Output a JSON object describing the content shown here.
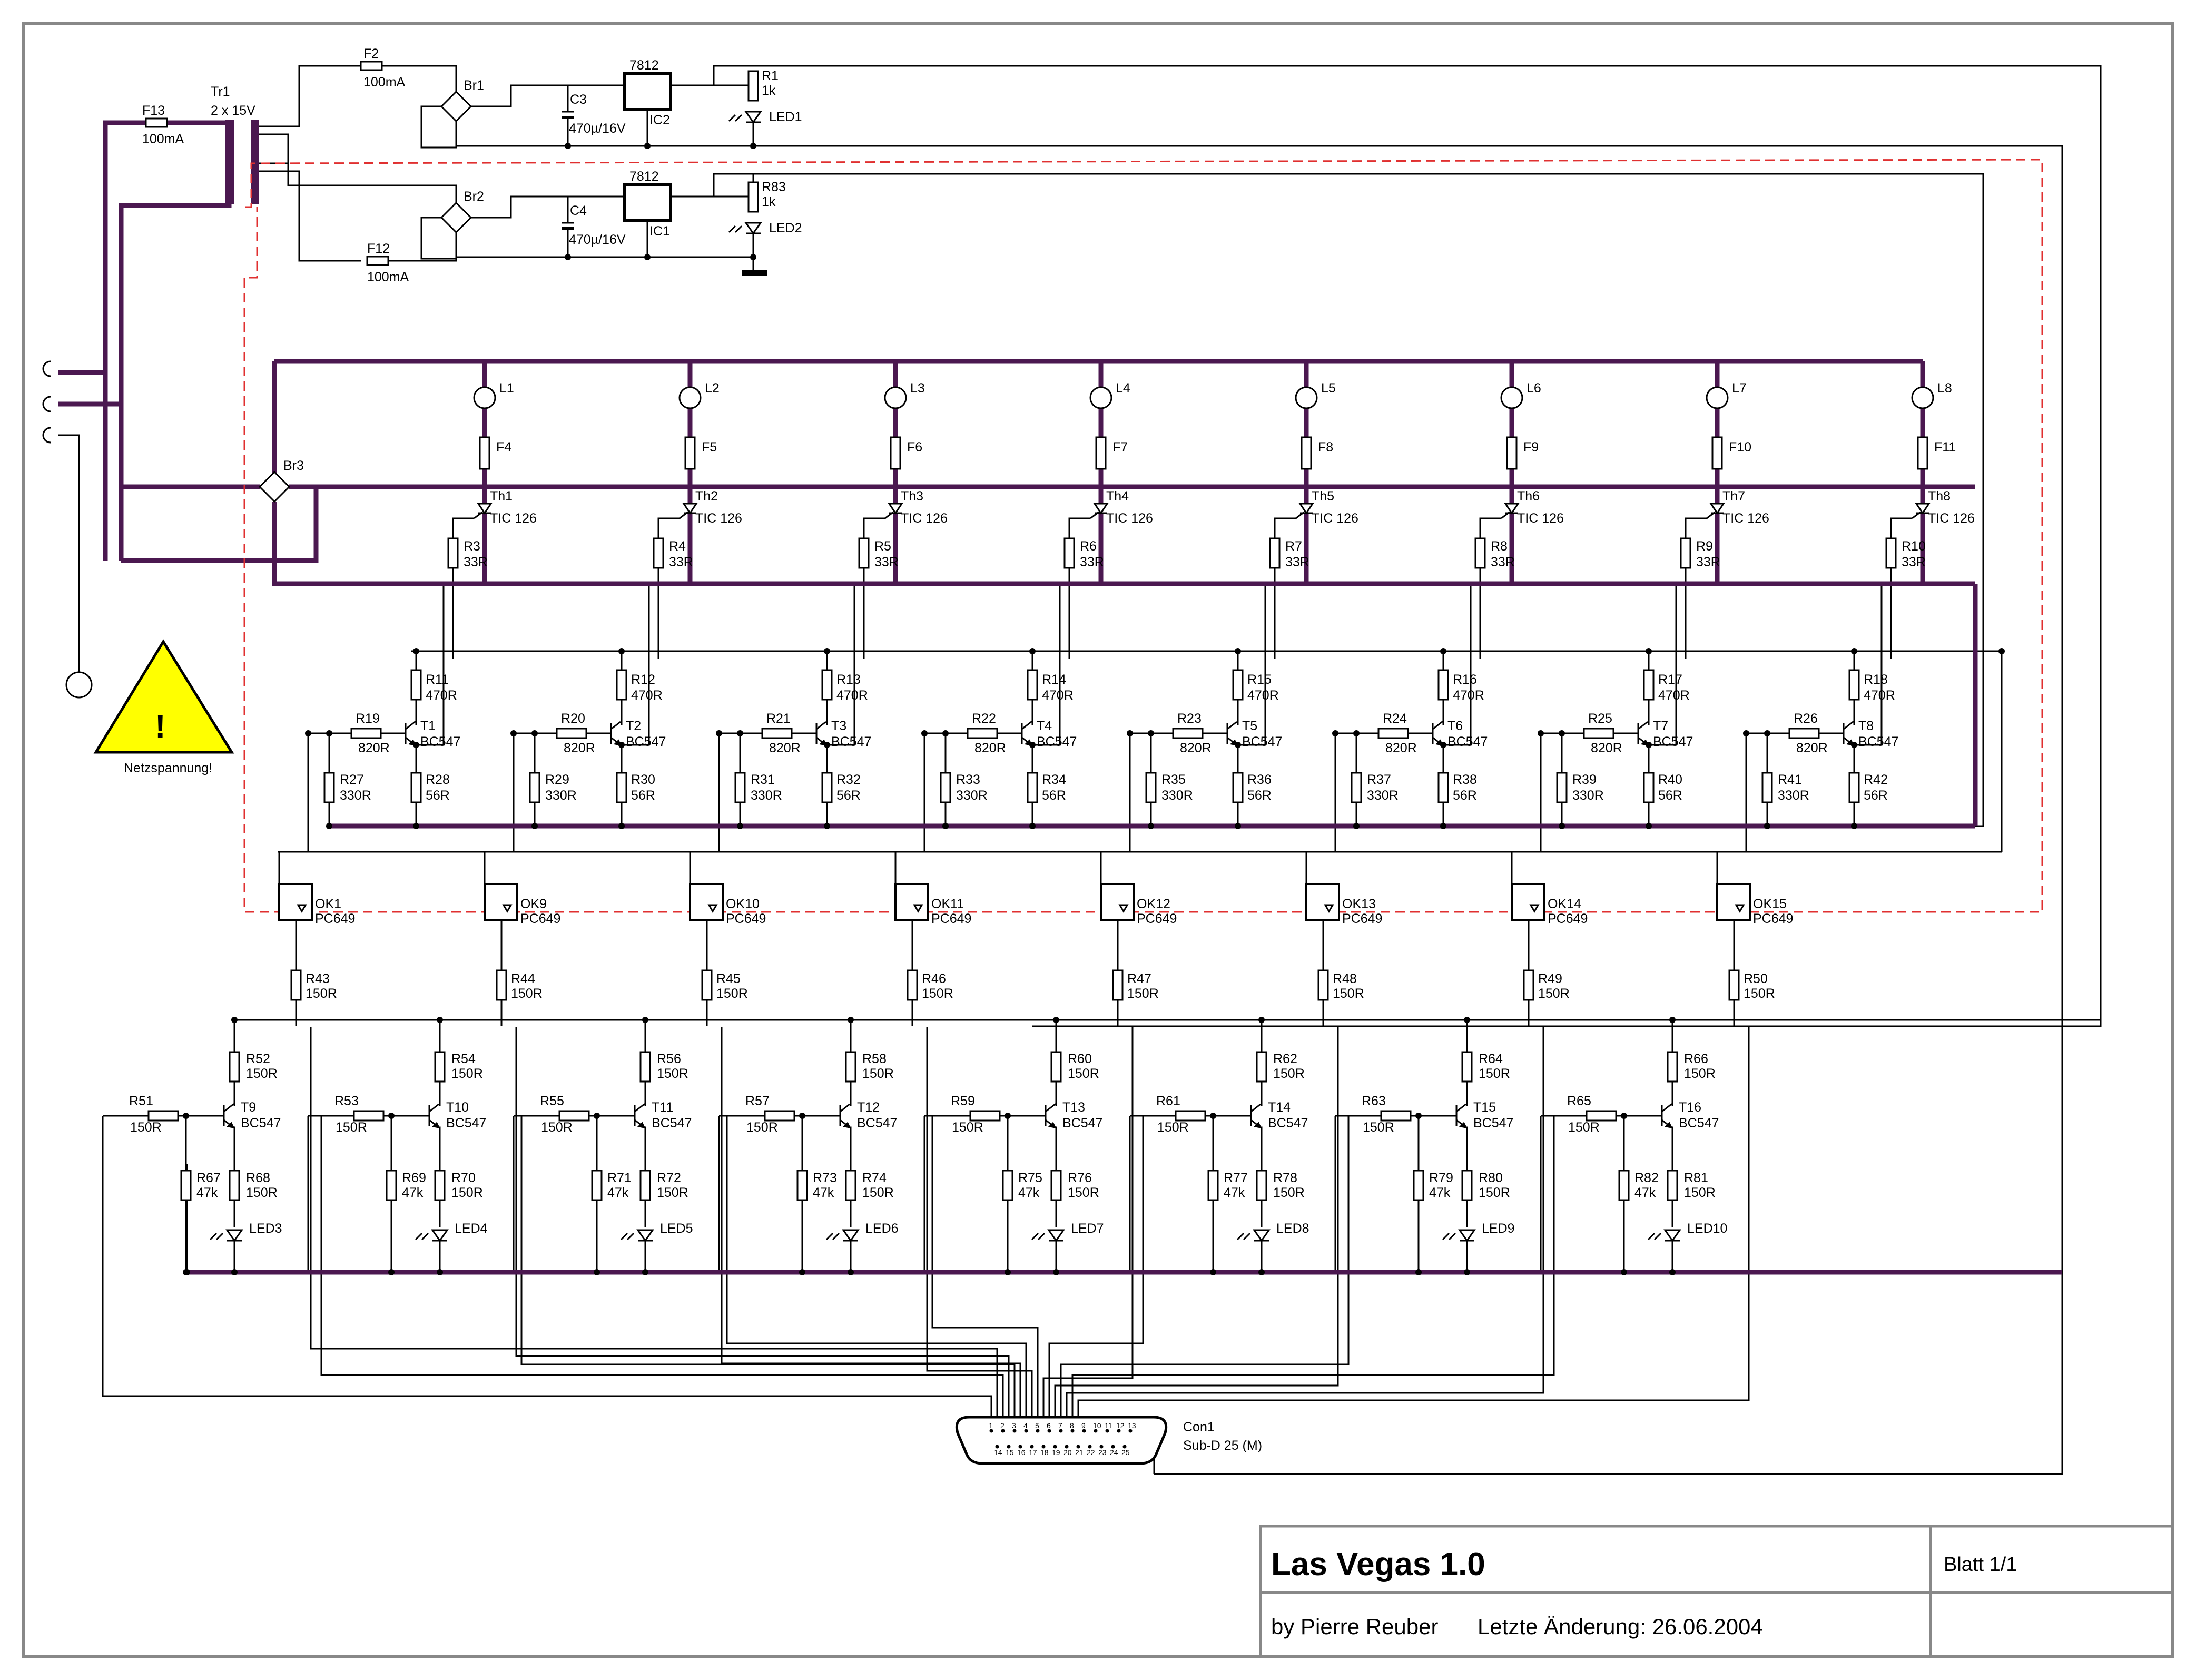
{
  "title_block": {
    "title": "Las Vegas 1.0",
    "author": "by Pierre Reuber",
    "date_text": "Letzte Änderung: 26.06.2004",
    "sheet": "Blatt 1/1"
  },
  "warning": {
    "text": "Netzspannung!",
    "icon": "warning-triangle-icon"
  },
  "colors": {
    "wire": "#000000",
    "power": "#4b1850",
    "boundary": "#e03030",
    "warning_fill": "#ffff00"
  },
  "transformer": {
    "name": "Tr1",
    "value": "2 x 15V"
  },
  "fuses_top": [
    {
      "name": "F2",
      "value": "100mA"
    },
    {
      "name": "F13",
      "value": "100mA"
    },
    {
      "name": "F12",
      "value": "100mA"
    }
  ],
  "supplies": [
    {
      "bridge": "Br1",
      "cap": "C3",
      "cap_value": "470µ/16V",
      "reg_type": "7812",
      "reg": "IC2",
      "res": "R1",
      "res_value": "1k",
      "led": "LED1"
    },
    {
      "bridge": "Br2",
      "cap": "C4",
      "cap_value": "470µ/16V",
      "reg_type": "7812",
      "reg": "IC1",
      "res": "R83",
      "res_value": "1k",
      "led": "LED2"
    }
  ],
  "main_bridge": "Br3",
  "lamp_channels": [
    {
      "lamp": "L1",
      "fuse": "F4",
      "thy": "Th1",
      "thy_type": "TIC 126",
      "gate_res": "R3",
      "gate_val": "33R",
      "r_top": "R11",
      "r_top_val": "470R",
      "r_base": "R19",
      "r_base_val": "820R",
      "trans": "T1",
      "trans_type": "BC547",
      "r_bias": "R27",
      "r_bias_val": "330R",
      "r_em": "R28",
      "r_em_val": "56R",
      "ok": "OK1",
      "ok_type": "PC649",
      "r_led": "R43",
      "r_led_val": "150R"
    },
    {
      "lamp": "L2",
      "fuse": "F5",
      "thy": "Th2",
      "thy_type": "TIC 126",
      "gate_res": "R4",
      "gate_val": "33R",
      "r_top": "R12",
      "r_top_val": "470R",
      "r_base": "R20",
      "r_base_val": "820R",
      "trans": "T2",
      "trans_type": "BC547",
      "r_bias": "R29",
      "r_bias_val": "330R",
      "r_em": "R30",
      "r_em_val": "56R",
      "ok": "OK9",
      "ok_type": "PC649",
      "r_led": "R44",
      "r_led_val": "150R"
    },
    {
      "lamp": "L3",
      "fuse": "F6",
      "thy": "Th3",
      "thy_type": "TIC 126",
      "gate_res": "R5",
      "gate_val": "33R",
      "r_top": "R13",
      "r_top_val": "470R",
      "r_base": "R21",
      "r_base_val": "820R",
      "trans": "T3",
      "trans_type": "BC547",
      "r_bias": "R31",
      "r_bias_val": "330R",
      "r_em": "R32",
      "r_em_val": "56R",
      "ok": "OK10",
      "ok_type": "PC649",
      "r_led": "R45",
      "r_led_val": "150R"
    },
    {
      "lamp": "L4",
      "fuse": "F7",
      "thy": "Th4",
      "thy_type": "TIC 126",
      "gate_res": "R6",
      "gate_val": "33R",
      "r_top": "R14",
      "r_top_val": "470R",
      "r_base": "R22",
      "r_base_val": "820R",
      "trans": "T4",
      "trans_type": "BC547",
      "r_bias": "R33",
      "r_bias_val": "330R",
      "r_em": "R34",
      "r_em_val": "56R",
      "ok": "OK11",
      "ok_type": "PC649",
      "r_led": "R46",
      "r_led_val": "150R"
    },
    {
      "lamp": "L5",
      "fuse": "F8",
      "thy": "Th5",
      "thy_type": "TIC 126",
      "gate_res": "R7",
      "gate_val": "33R",
      "r_top": "R15",
      "r_top_val": "470R",
      "r_base": "R23",
      "r_base_val": "820R",
      "trans": "T5",
      "trans_type": "BC547",
      "r_bias": "R35",
      "r_bias_val": "330R",
      "r_em": "R36",
      "r_em_val": "56R",
      "ok": "OK12",
      "ok_type": "PC649",
      "r_led": "R47",
      "r_led_val": "150R"
    },
    {
      "lamp": "L6",
      "fuse": "F9",
      "thy": "Th6",
      "thy_type": "TIC 126",
      "gate_res": "R8",
      "gate_val": "33R",
      "r_top": "R16",
      "r_top_val": "470R",
      "r_base": "R24",
      "r_base_val": "820R",
      "trans": "T6",
      "trans_type": "BC547",
      "r_bias": "R37",
      "r_bias_val": "330R",
      "r_em": "R38",
      "r_em_val": "56R",
      "ok": "OK13",
      "ok_type": "PC649",
      "r_led": "R48",
      "r_led_val": "150R"
    },
    {
      "lamp": "L7",
      "fuse": "F10",
      "thy": "Th7",
      "thy_type": "TIC 126",
      "gate_res": "R9",
      "gate_val": "33R",
      "r_top": "R17",
      "r_top_val": "470R",
      "r_base": "R25",
      "r_base_val": "820R",
      "trans": "T7",
      "trans_type": "BC547",
      "r_bias": "R39",
      "r_bias_val": "330R",
      "r_em": "R40",
      "r_em_val": "56R",
      "ok": "OK14",
      "ok_type": "PC649",
      "r_led": "R49",
      "r_led_val": "150R"
    },
    {
      "lamp": "L8",
      "fuse": "F11",
      "thy": "Th8",
      "thy_type": "TIC 126",
      "gate_res": "R10",
      "gate_val": "33R",
      "r_top": "R18",
      "r_top_val": "470R",
      "r_base": "R26",
      "r_base_val": "820R",
      "trans": "T8",
      "trans_type": "BC547",
      "r_bias": "R41",
      "r_bias_val": "330R",
      "r_em": "R42",
      "r_em_val": "56R",
      "ok": "OK15",
      "ok_type": "PC649",
      "r_led": "R50",
      "r_led_val": "150R"
    }
  ],
  "drivers": [
    {
      "r_col": "R52",
      "r_col_val": "150R",
      "r_in": "R51",
      "r_in_val": "150R",
      "trans": "T9",
      "trans_type": "BC547",
      "r_pd": "R67",
      "r_pd_val": "47k",
      "r_em": "R68",
      "r_em_val": "150R",
      "led": "LED3"
    },
    {
      "r_col": "R54",
      "r_col_val": "150R",
      "r_in": "R53",
      "r_in_val": "150R",
      "trans": "T10",
      "trans_type": "BC547",
      "r_pd": "R69",
      "r_pd_val": "47k",
      "r_em": "R70",
      "r_em_val": "150R",
      "led": "LED4"
    },
    {
      "r_col": "R56",
      "r_col_val": "150R",
      "r_in": "R55",
      "r_in_val": "150R",
      "trans": "T11",
      "trans_type": "BC547",
      "r_pd": "R71",
      "r_pd_val": "47k",
      "r_em": "R72",
      "r_em_val": "150R",
      "led": "LED5"
    },
    {
      "r_col": "R58",
      "r_col_val": "150R",
      "r_in": "R57",
      "r_in_val": "150R",
      "trans": "T12",
      "trans_type": "BC547",
      "r_pd": "R73",
      "r_pd_val": "47k",
      "r_em": "R74",
      "r_em_val": "150R",
      "led": "LED6"
    },
    {
      "r_col": "R60",
      "r_col_val": "150R",
      "r_in": "R59",
      "r_in_val": "150R",
      "trans": "T13",
      "trans_type": "BC547",
      "r_pd": "R75",
      "r_pd_val": "47k",
      "r_em": "R76",
      "r_em_val": "150R",
      "led": "LED7"
    },
    {
      "r_col": "R62",
      "r_col_val": "150R",
      "r_in": "R61",
      "r_in_val": "150R",
      "trans": "T14",
      "trans_type": "BC547",
      "r_pd": "R77",
      "r_pd_val": "47k",
      "r_em": "R78",
      "r_em_val": "150R",
      "led": "LED8"
    },
    {
      "r_col": "R64",
      "r_col_val": "150R",
      "r_in": "R63",
      "r_in_val": "150R",
      "trans": "T15",
      "trans_type": "BC547",
      "r_pd": "R79",
      "r_pd_val": "47k",
      "r_em": "R80",
      "r_em_val": "150R",
      "led": "LED9"
    },
    {
      "r_col": "R66",
      "r_col_val": "150R",
      "r_in": "R65",
      "r_in_val": "150R",
      "trans": "T16",
      "trans_type": "BC547",
      "r_pd": "R82",
      "r_pd_val": "47k",
      "r_em": "R81",
      "r_em_val": "150R",
      "led": "LED10"
    }
  ],
  "connector": {
    "name": "Con1",
    "type": "Sub-D 25 (M)",
    "pins_top": [
      "1",
      "2",
      "3",
      "4",
      "5",
      "6",
      "7",
      "8",
      "9",
      "10",
      "11",
      "12",
      "13"
    ],
    "pins_bottom": [
      "14",
      "15",
      "16",
      "17",
      "18",
      "19",
      "20",
      "21",
      "22",
      "23",
      "24",
      "25"
    ]
  }
}
